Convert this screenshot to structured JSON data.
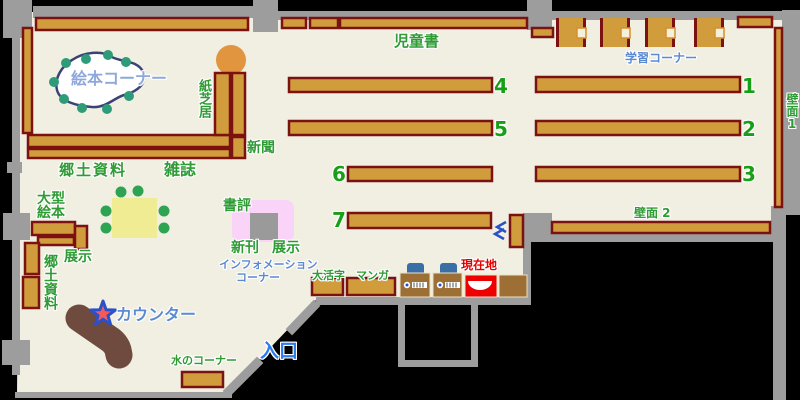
{
  "map_title": "library-floor-map",
  "labels": {
    "ehon_corner": "絵本コーナー",
    "kamishibai": "紙芝居",
    "shinbun": "新聞",
    "kyodo_shiryo": "郷土資料",
    "zasshi": "雑誌",
    "jidosho": "児童書",
    "gakushu_corner": "学習コーナー",
    "hekimen1": "壁面1",
    "hekimen2": "壁面 2",
    "ogata_line1": "大型",
    "ogata_line2": "絵本",
    "tenji": "展示",
    "shohyo": "書評",
    "shinkan": "新刊",
    "info_line1": "インフォメーション",
    "info_line2": "コーナー",
    "daikatsuji": "大活字",
    "manga": "マンガ",
    "genzaichi": "現在地",
    "counter": "カウンター",
    "iriguchi": "入口",
    "mizu_corner": "水のコーナー"
  },
  "shelf_numbers": [
    "1",
    "2",
    "3",
    "4",
    "5",
    "6",
    "7"
  ],
  "colors": {
    "floor": "#f0efe1",
    "wall": "#9d9d9d",
    "shelf_fill": "#d19c3c",
    "shelf_border": "#7b1111",
    "counter": "#6f4a3e",
    "star_fill": "#f15b5b",
    "star_border": "#2b50c8",
    "orange_circle": "#e2953f",
    "table_yellow": "#f0ec94",
    "pink_block": "#fad4f8",
    "gray_block": "#9a9a9a",
    "teal_seat": "#2e9c78",
    "green_seat": "#2ea352",
    "chair_blue": "#3a6fa5",
    "terminal_brown": "#9e6f35",
    "location_red": "#ee0000"
  }
}
